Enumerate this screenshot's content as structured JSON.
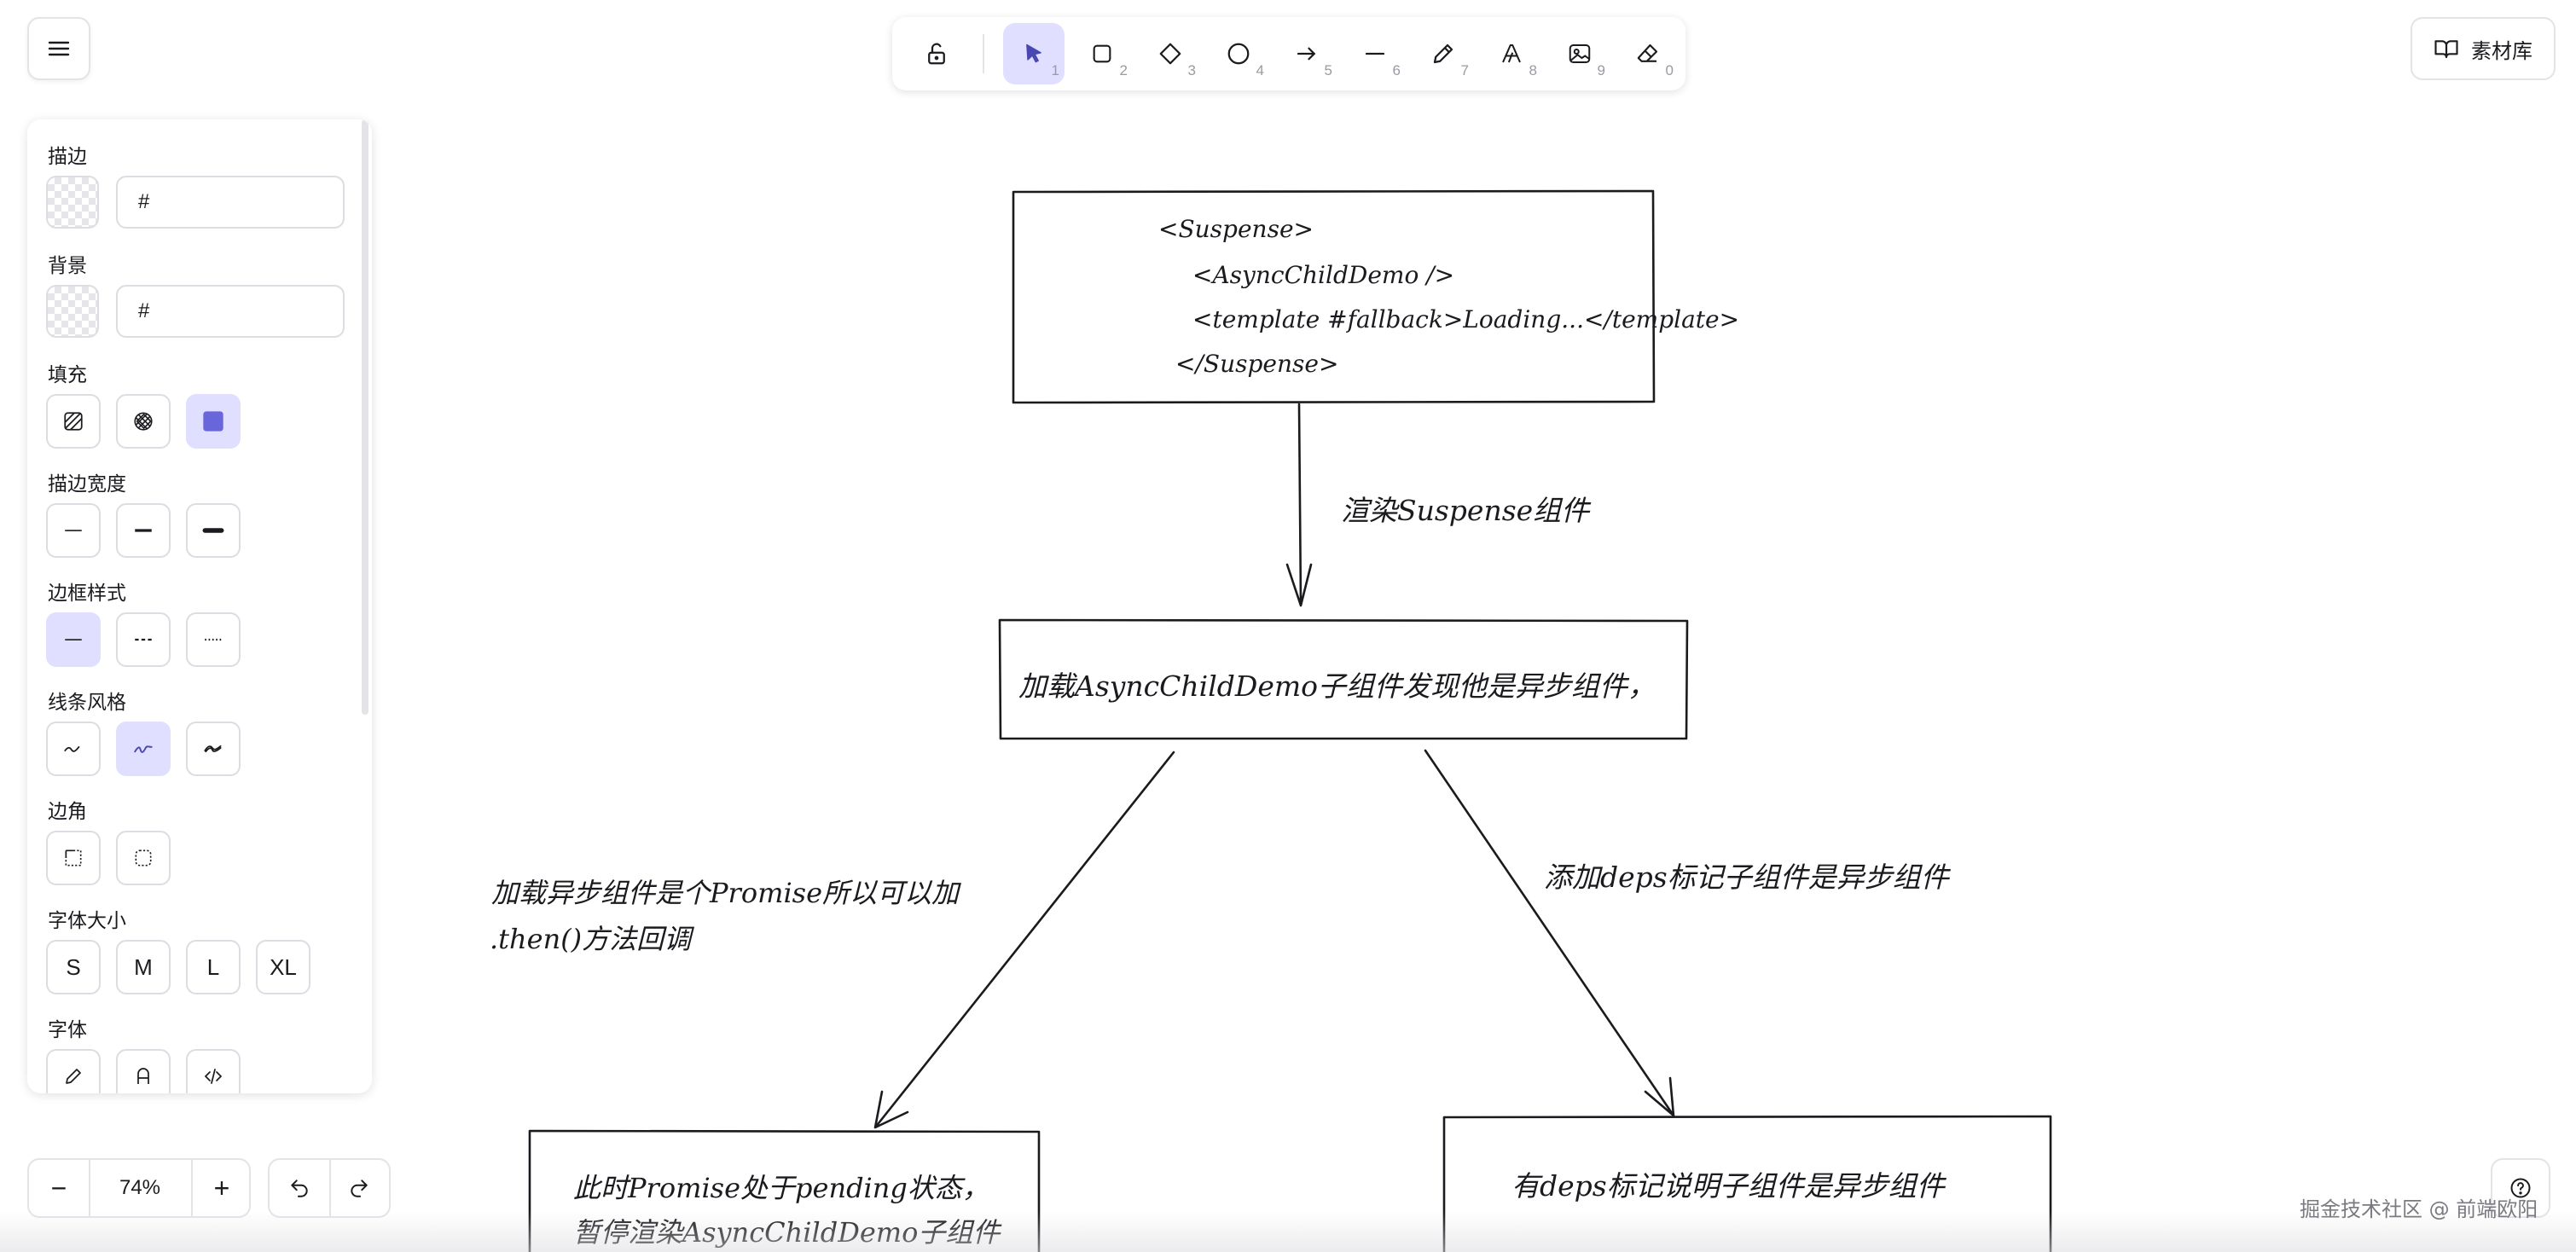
{
  "toolbar": {
    "tools": [
      {
        "name": "lock-icon",
        "shortcut": ""
      },
      {
        "name": "selection-icon",
        "shortcut": "1"
      },
      {
        "name": "rectangle-icon",
        "shortcut": "2"
      },
      {
        "name": "diamond-icon",
        "shortcut": "3"
      },
      {
        "name": "ellipse-icon",
        "shortcut": "4"
      },
      {
        "name": "arrow-icon",
        "shortcut": "5"
      },
      {
        "name": "line-icon",
        "shortcut": "6"
      },
      {
        "name": "pencil-icon",
        "shortcut": "7"
      },
      {
        "name": "text-icon",
        "shortcut": "8"
      },
      {
        "name": "image-icon",
        "shortcut": "9"
      },
      {
        "name": "eraser-icon",
        "shortcut": "0"
      }
    ],
    "active_tool": "selection"
  },
  "library": {
    "label": "素材库"
  },
  "panel": {
    "stroke": {
      "label": "描边",
      "hex": "#"
    },
    "background": {
      "label": "背景",
      "hex": "#"
    },
    "fill": {
      "label": "填充"
    },
    "stroke_width": {
      "label": "描边宽度"
    },
    "stroke_style": {
      "label": "边框样式"
    },
    "sloppiness": {
      "label": "线条风格"
    },
    "edges": {
      "label": "边角"
    },
    "font_size": {
      "label": "字体大小",
      "options": [
        "S",
        "M",
        "L",
        "XL"
      ]
    },
    "font_family": {
      "label": "字体"
    }
  },
  "zoom": {
    "value": "74%",
    "minus": "−",
    "plus": "+"
  },
  "watermark": "掘金技术社区 @ 前端欧阳",
  "colors": {
    "accent": "#6965db",
    "accent_light": "#e0dfff",
    "stroke": "#1b1b1f"
  },
  "canvas": {
    "code_lines": [
      "<Suspense>",
      "<AsyncChildDemo />",
      "<template #fallback>Loading...</template>",
      "</Suspense>"
    ],
    "arrow1_label": "渲染Suspense组件",
    "box2_text": "加载AsyncChildDemo子组件发现他是异步组件，",
    "left_label_line1": "加载异步组件是个Promise所以可以加",
    "left_label_line2": ".then()方法回调",
    "right_label": "添加deps标记子组件是异步组件",
    "box3_line1": "此时Promise处于pending状态，",
    "box3_line2": "暂停渲染AsyncChildDemo子组件",
    "box4_text": "有deps标记说明子组件是异步组件"
  }
}
